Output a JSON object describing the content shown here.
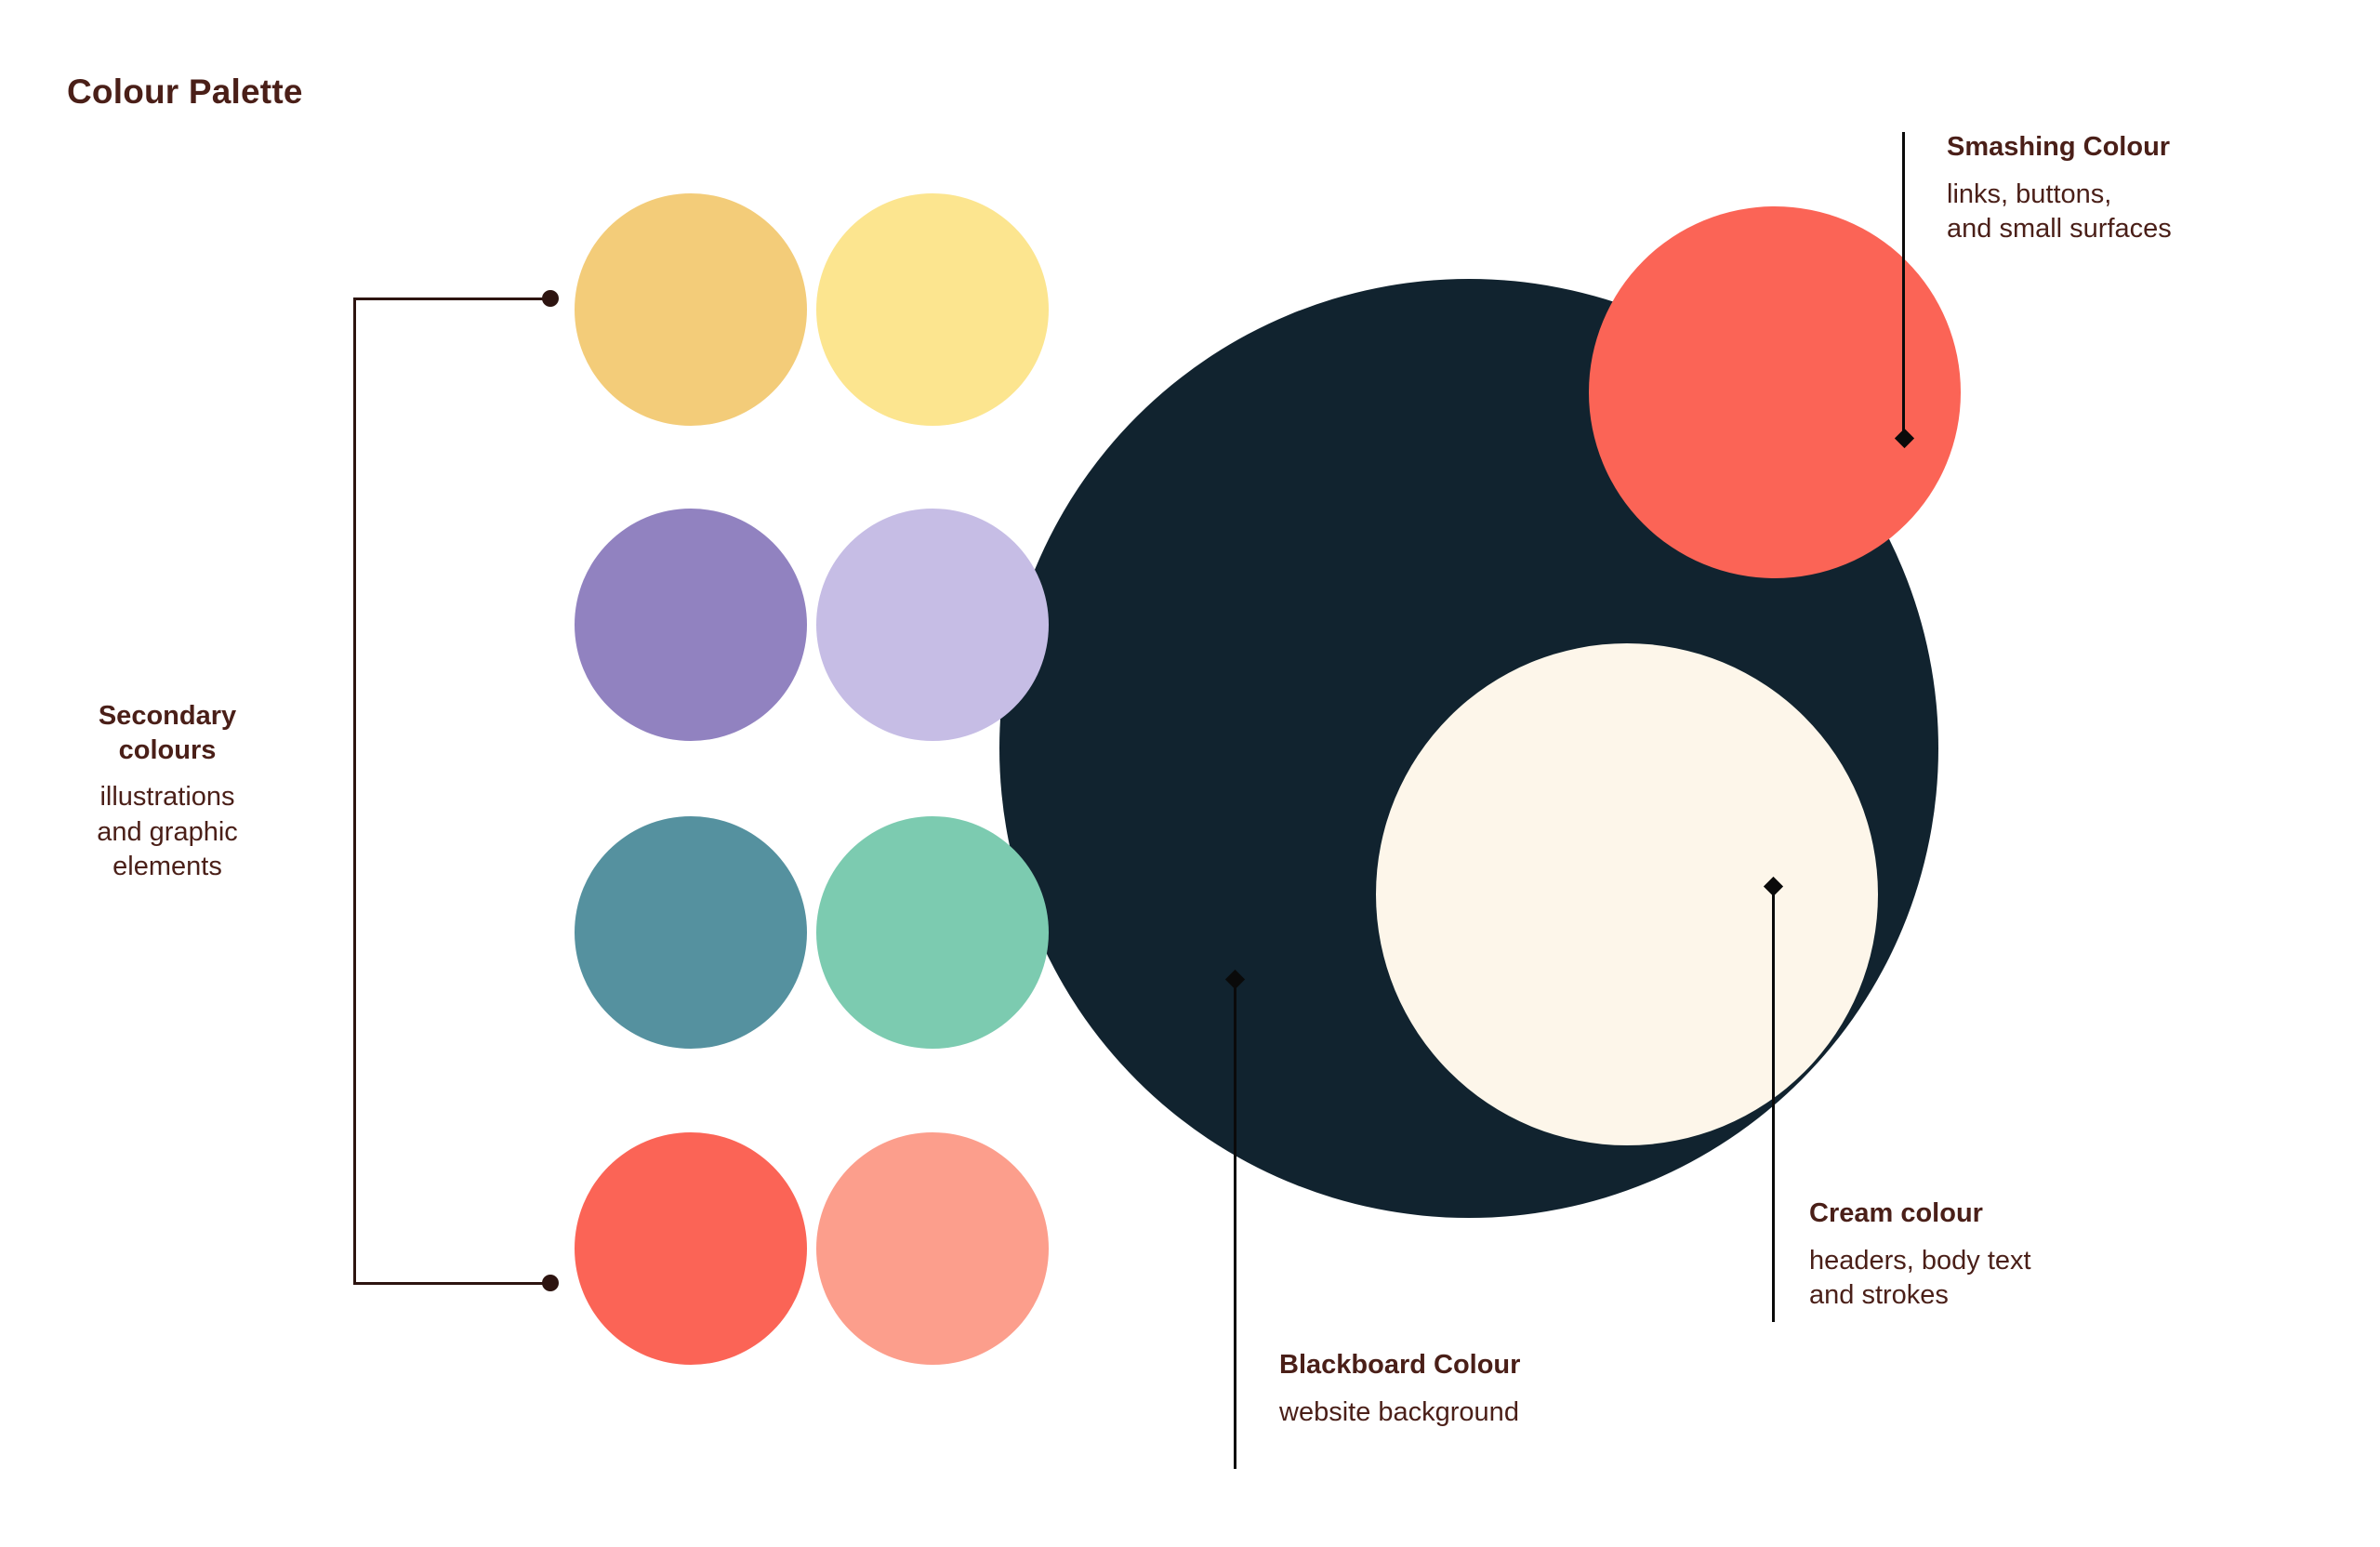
{
  "page": {
    "title": "Colour Palette",
    "background": "#ffffff",
    "text_colour": "#4a1f18",
    "line_colour": "#2d1410",
    "leader_colour": "#0a0a0a"
  },
  "annotations": {
    "secondary": {
      "title": "Secondary\ncolours",
      "description": "illustrations\nand graphic\nelements"
    },
    "smashing": {
      "title": "Smashing Colour",
      "description": "links, buttons,\nand small surfaces"
    },
    "blackboard": {
      "title": "Blackboard Colour",
      "description": "website background"
    },
    "cream": {
      "title": "Cream colour",
      "description": "headers, body text\nand strokes"
    }
  },
  "swatches": {
    "secondary": [
      {
        "name": "gold",
        "colour": "#f3cc79",
        "row": 1,
        "column": "dark"
      },
      {
        "name": "yellow",
        "colour": "#fce58f",
        "row": 1,
        "column": "light"
      },
      {
        "name": "purple",
        "colour": "#9182c0",
        "row": 2,
        "column": "dark"
      },
      {
        "name": "lavender",
        "colour": "#c6bde5",
        "row": 2,
        "column": "light"
      },
      {
        "name": "teal",
        "colour": "#55919f",
        "row": 3,
        "column": "dark"
      },
      {
        "name": "mint",
        "colour": "#7ccbb0",
        "row": 3,
        "column": "light"
      },
      {
        "name": "red",
        "colour": "#fb6456",
        "row": 4,
        "column": "dark"
      },
      {
        "name": "salmon",
        "colour": "#fc9e8c",
        "row": 4,
        "column": "light"
      }
    ],
    "primary": [
      {
        "name": "blackboard",
        "colour": "#11232f"
      },
      {
        "name": "smashing",
        "colour": "#fb6456"
      },
      {
        "name": "cream",
        "colour": "#fdf6ea"
      }
    ]
  }
}
